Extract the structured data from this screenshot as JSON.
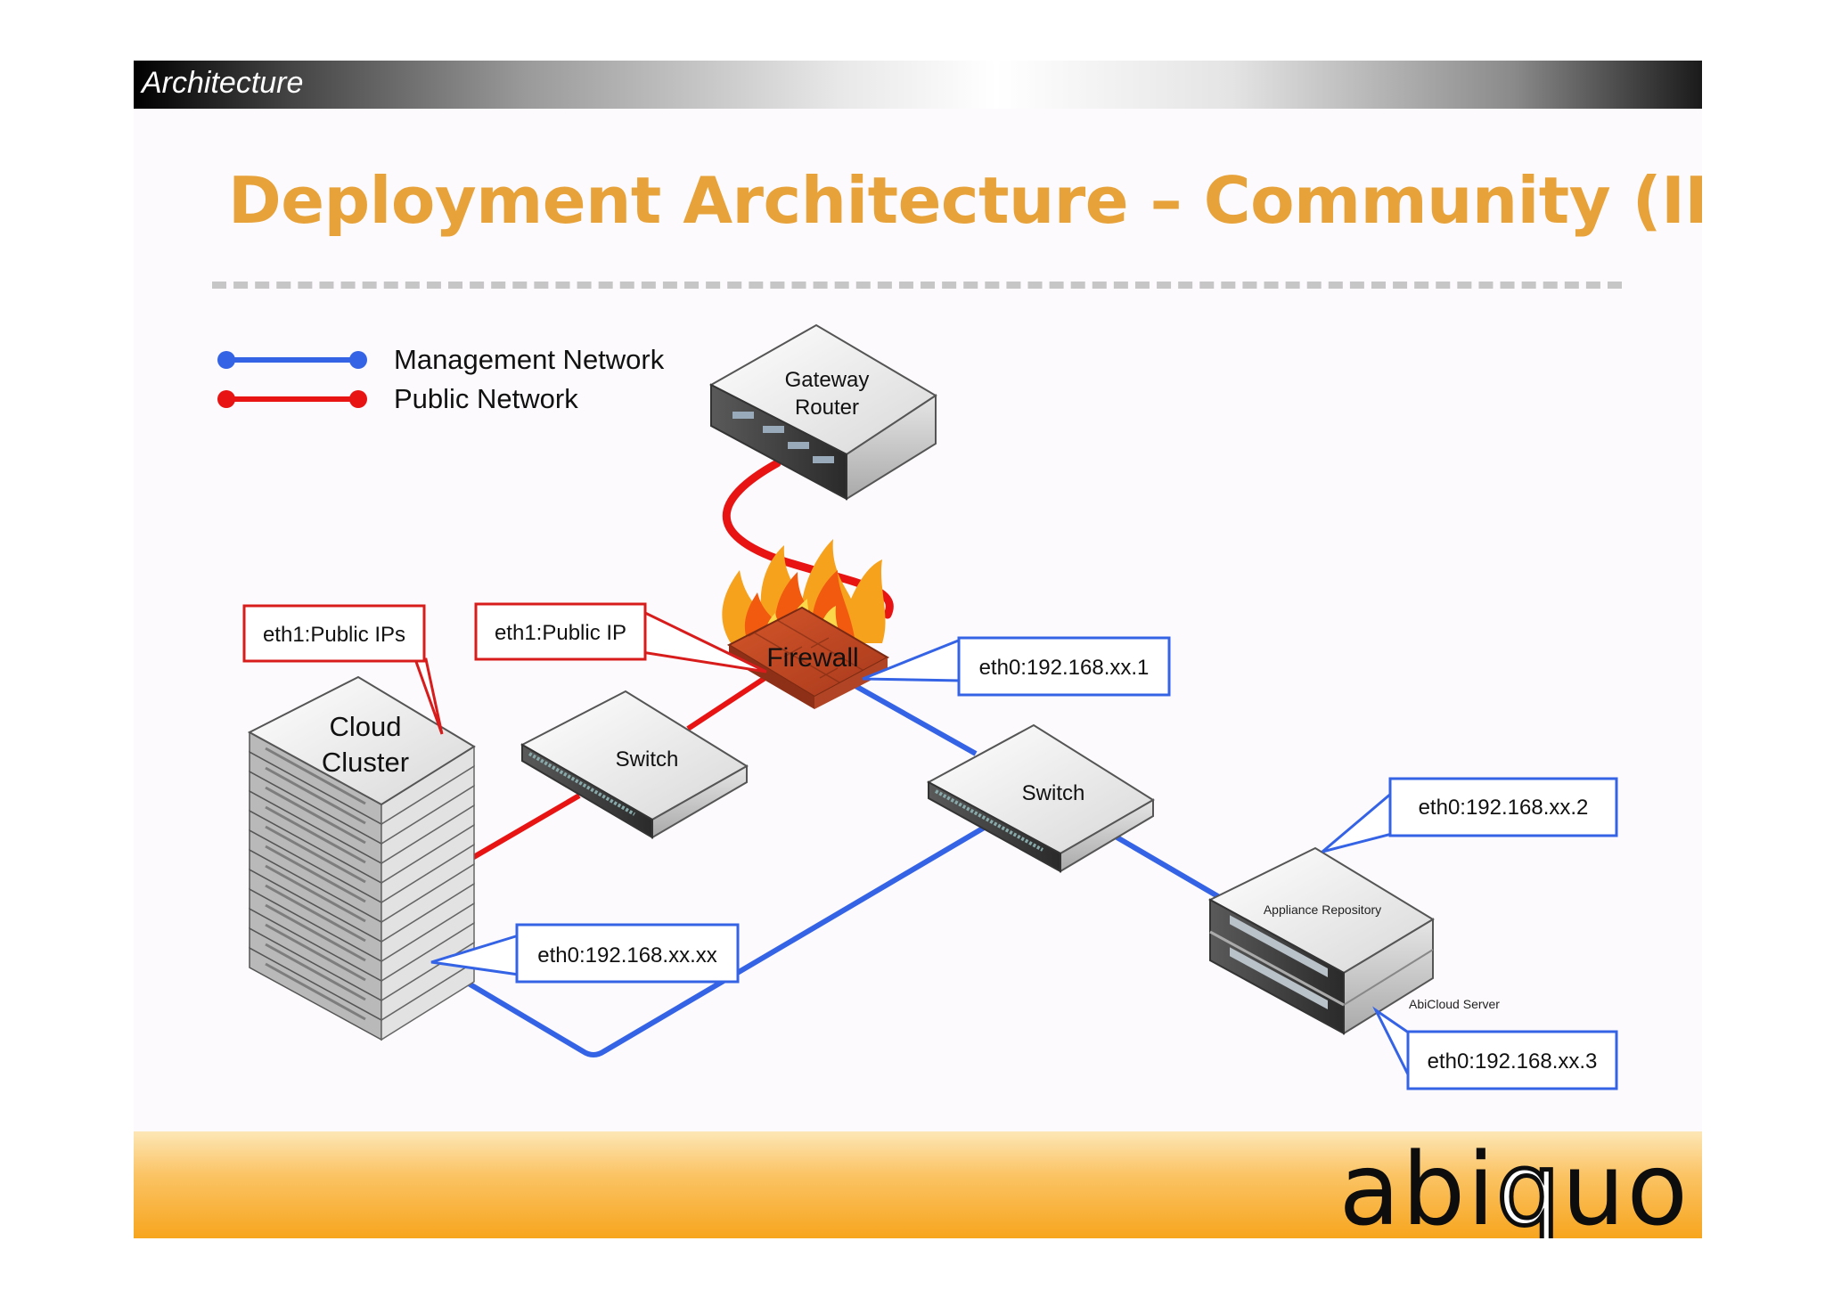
{
  "header": {
    "section_title": "Architecture"
  },
  "slide": {
    "title": "Deployment Architecture – Community (II)"
  },
  "legend": {
    "management": {
      "label": "Management Network",
      "color": "#3563e6"
    },
    "public": {
      "label": "Public Network",
      "color": "#e81414"
    }
  },
  "nodes": {
    "gateway": {
      "line1": "Gateway",
      "line2": "Router"
    },
    "firewall": {
      "label": "Firewall"
    },
    "cloud": {
      "line1": "Cloud",
      "line2": "Cluster"
    },
    "switch_left": {
      "label": "Switch"
    },
    "switch_right": {
      "label": "Switch"
    },
    "repository": {
      "label": "Appliance Repository"
    },
    "server": {
      "label": "AbiCloud Server"
    }
  },
  "callouts": {
    "eth1_public_ips": "eth1:Public IPs",
    "eth1_public_ip": "eth1:Public IP",
    "eth0_firewall": "eth0:192.168.xx.1",
    "eth0_cluster": "eth0:192.168.xx.xx",
    "eth0_repository": "eth0:192.168.xx.2",
    "eth0_server": "eth0:192.168.xx.3"
  },
  "footer": {
    "logo_text_1": "abi",
    "logo_o": "q",
    "logo_text_2": "uo"
  },
  "colors": {
    "title": "#e8a23a",
    "management": "#3563e6",
    "public": "#e81414"
  }
}
